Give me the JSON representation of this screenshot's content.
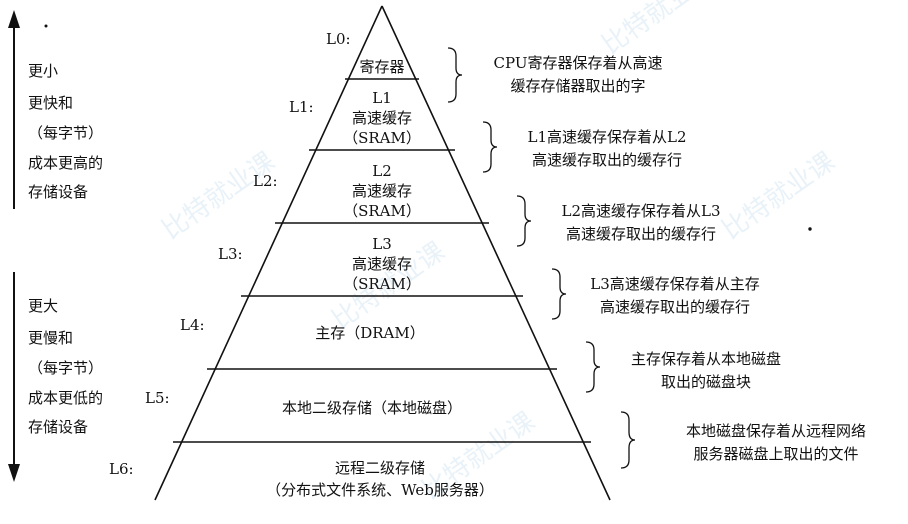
{
  "levels": [
    {
      "id": "L0",
      "level_label": "L0:",
      "content": [
        "寄存器"
      ],
      "description": [
        "CPU寄存器保存着从高速",
        "缓存存储器取出的字"
      ]
    },
    {
      "id": "L1",
      "level_label": "L1:",
      "content": [
        "L1",
        "高速缓存",
        "（SRAM）"
      ],
      "description": [
        "L1高速缓存保存着从L2",
        "高速缓存取出的缓存行"
      ]
    },
    {
      "id": "L2",
      "level_label": "L2:",
      "content": [
        "L2",
        "高速缓存",
        "（SRAM）"
      ],
      "description": [
        "L2高速缓存保存着从L3",
        "高速缓存取出的缓存行"
      ]
    },
    {
      "id": "L3",
      "level_label": "L3:",
      "content": [
        "L3",
        "高速缓存",
        "（SRAM）"
      ],
      "description": [
        "L3高速缓存保存着从主存",
        "高速缓存取出的缓存行"
      ]
    },
    {
      "id": "L4",
      "level_label": "L4:",
      "content": [
        "主存（DRAM）"
      ],
      "description": [
        "主存保存着从本地磁盘",
        "取出的磁盘块"
      ]
    },
    {
      "id": "L5",
      "level_label": "L5:",
      "content": [
        "本地二级存储（本地磁盘）"
      ],
      "description": [
        "本地磁盘保存着从远程网络",
        "服务器磁盘上取出的文件"
      ]
    },
    {
      "id": "L6",
      "level_label": "L6:",
      "content": [
        "远程二级存储",
        "（分布式文件系统、Web服务器）"
      ],
      "description": []
    }
  ],
  "top_side_label": [
    "更小",
    "更快和",
    "（每字节）",
    "成本更高的",
    "存储设备"
  ],
  "bottom_side_label": [
    "更大",
    "更慢和",
    "（每字节）",
    "成本更低的",
    "存储设备"
  ],
  "watermark": "比特就业课",
  "colors": {
    "line": "#111111",
    "arrow": "#111111",
    "watermark": "#d7e8f3"
  }
}
